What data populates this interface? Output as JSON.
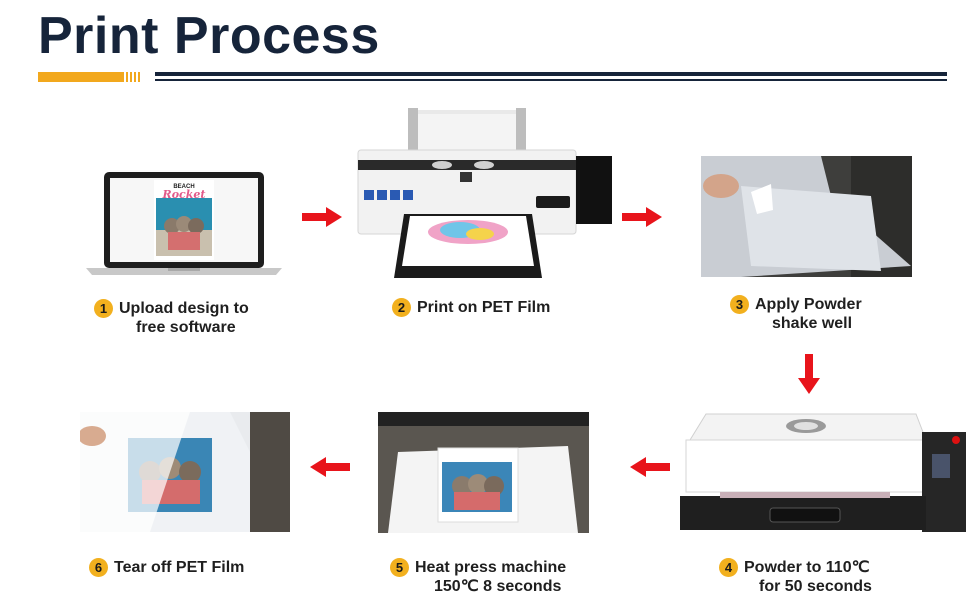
{
  "header": {
    "title": "Print Process"
  },
  "steps": [
    {
      "number": "1",
      "line1": "Upload design to",
      "line2": "free software"
    },
    {
      "number": "2",
      "line1": "Print on PET Film",
      "line2": ""
    },
    {
      "number": "3",
      "line1": "Apply Powder",
      "line2": "shake well"
    },
    {
      "number": "4",
      "line1": "Powder to 110℃",
      "line2": "for 50 seconds"
    },
    {
      "number": "5",
      "line1": "Heat press machine",
      "line2": "150℃ 8 seconds"
    },
    {
      "number": "6",
      "line1": "Tear off PET Film",
      "line2": ""
    }
  ],
  "laptop_design": {
    "top_text": "BEACH",
    "script_text": "Rocket"
  },
  "colors": {
    "accent": "#f2a81d",
    "navy": "#16243a",
    "arrow": "#e8141b",
    "badge": "#f2b01e"
  }
}
